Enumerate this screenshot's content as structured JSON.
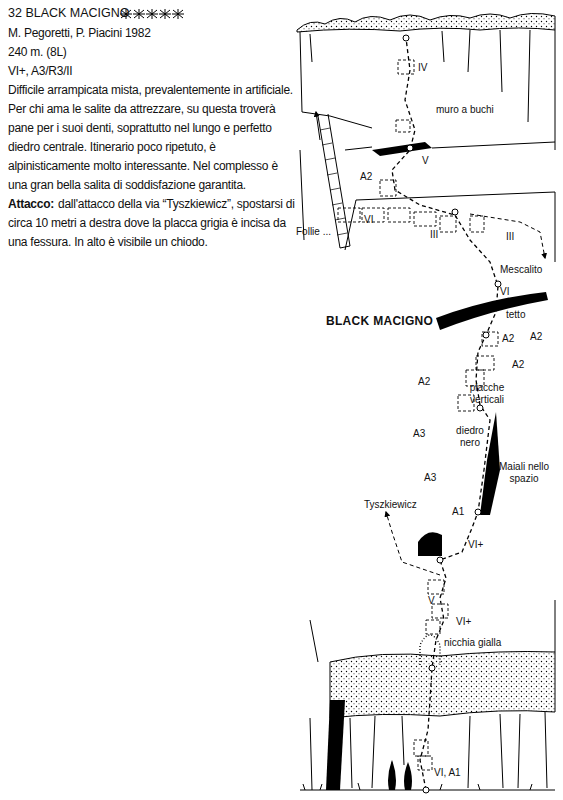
{
  "diagram": {
    "title": "32 BLACK MACIGNO",
    "labels": [
      "M. Pegoretti, P. Piacini 1982",
      "240 m. (8L)",
      "VI+, A3/R3/II",
      "Difficile arrampicata mista, prevalentemente in artificiale. Per chi ama le salite da attrezzare, su questa troverà pane per i suoi denti, soprattutto nel lungo e perfetto diedro centrale. Itinerario poco ripetuto, è alpinisticamente molto interessante. Nel complesso è una gran bella salita di soddisfazione garantita.",
      "Attacco:",
      "dall'attacco della via “Tyszkiewicz”, spostarsi di circa 10 metri a destra dove la placca grigia è incisa da una fessura. In alto è visibile un chiodo.",
      "IV",
      "muro a buchi",
      "V",
      "A2",
      "VI",
      "III",
      "III",
      "Mescalito",
      "Follie ...",
      "VI",
      "tetto",
      "A2",
      "BLACK MACIGNO",
      "A2",
      "A2",
      "A2",
      "placche verticali",
      "A3",
      "diedro nero",
      "Maiali nello spazio",
      "A3",
      "Tyszkiewicz",
      "A1",
      "VI+",
      "V",
      "VI+",
      "nicchia gialla",
      "VI, A1"
    ]
  }
}
